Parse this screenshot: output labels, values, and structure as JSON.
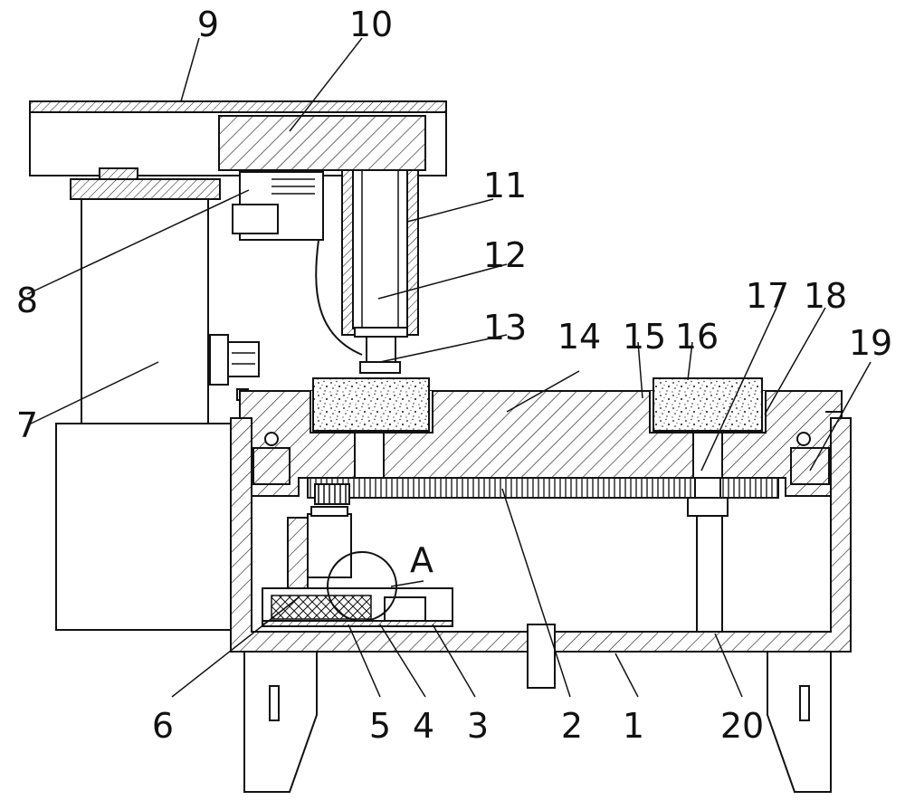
{
  "labels": {
    "l1": "1",
    "l2": "2",
    "l3": "3",
    "l4": "4",
    "l5": "5",
    "l6": "6",
    "l7": "7",
    "l8": "8",
    "l9": "9",
    "l10": "10",
    "l11": "11",
    "l12": "12",
    "l13": "13",
    "l14": "14",
    "l15": "15",
    "l16": "16",
    "l17": "17",
    "l18": "18",
    "l19": "19",
    "l20": "20",
    "detail": "A"
  }
}
